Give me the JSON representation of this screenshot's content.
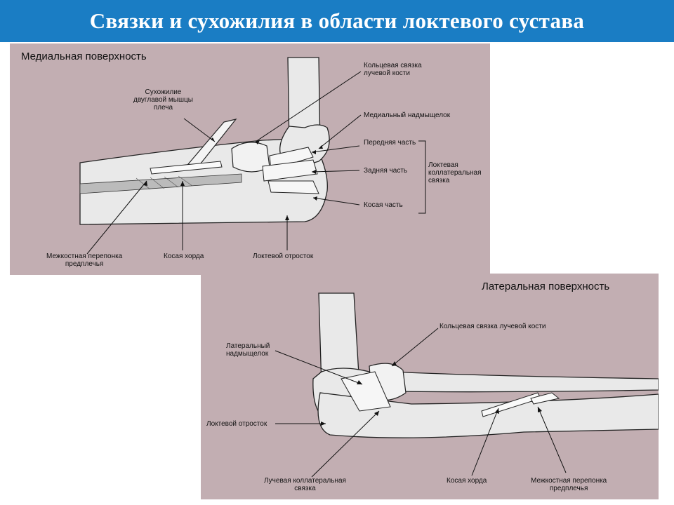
{
  "slide": {
    "title": "Связки и сухожилия в области локтевого сустава",
    "colors": {
      "title_bar": "#1a7dc4",
      "panel_bg": "#c2aeb2",
      "bone": "#e9e9e9"
    }
  },
  "medial": {
    "title": "Медиальная поверхность",
    "labels": {
      "biceps_tendon": [
        "Сухожилие",
        "двуглавой мышцы",
        "плеча"
      ],
      "annular": [
        "Кольцевая связка",
        "лучевой кости"
      ],
      "medial_epicondyle": "Медиальный надмыщелок",
      "anterior_part": "Передняя часть",
      "posterior_part": "Задняя часть",
      "oblique_part": "Косая часть",
      "ulnar_collateral": [
        "Локтевая",
        "коллатеральная",
        "связка"
      ],
      "interosseous": [
        "Межкостная перепонка",
        "предплечья"
      ],
      "oblique_cord": "Косая хорда",
      "olecranon": "Локтевой отросток"
    }
  },
  "lateral": {
    "title": "Латеральная поверхность",
    "labels": {
      "annular": "Кольцевая связка лучевой кости",
      "lateral_epicondyle": [
        "Латеральный",
        "надмыщелок"
      ],
      "olecranon": "Локтевой отросток",
      "radial_collateral": [
        "Лучевая коллатеральная",
        "связка"
      ],
      "oblique_cord": "Косая хорда",
      "interosseous": [
        "Межкостная перепонка",
        "предплечья"
      ]
    }
  }
}
